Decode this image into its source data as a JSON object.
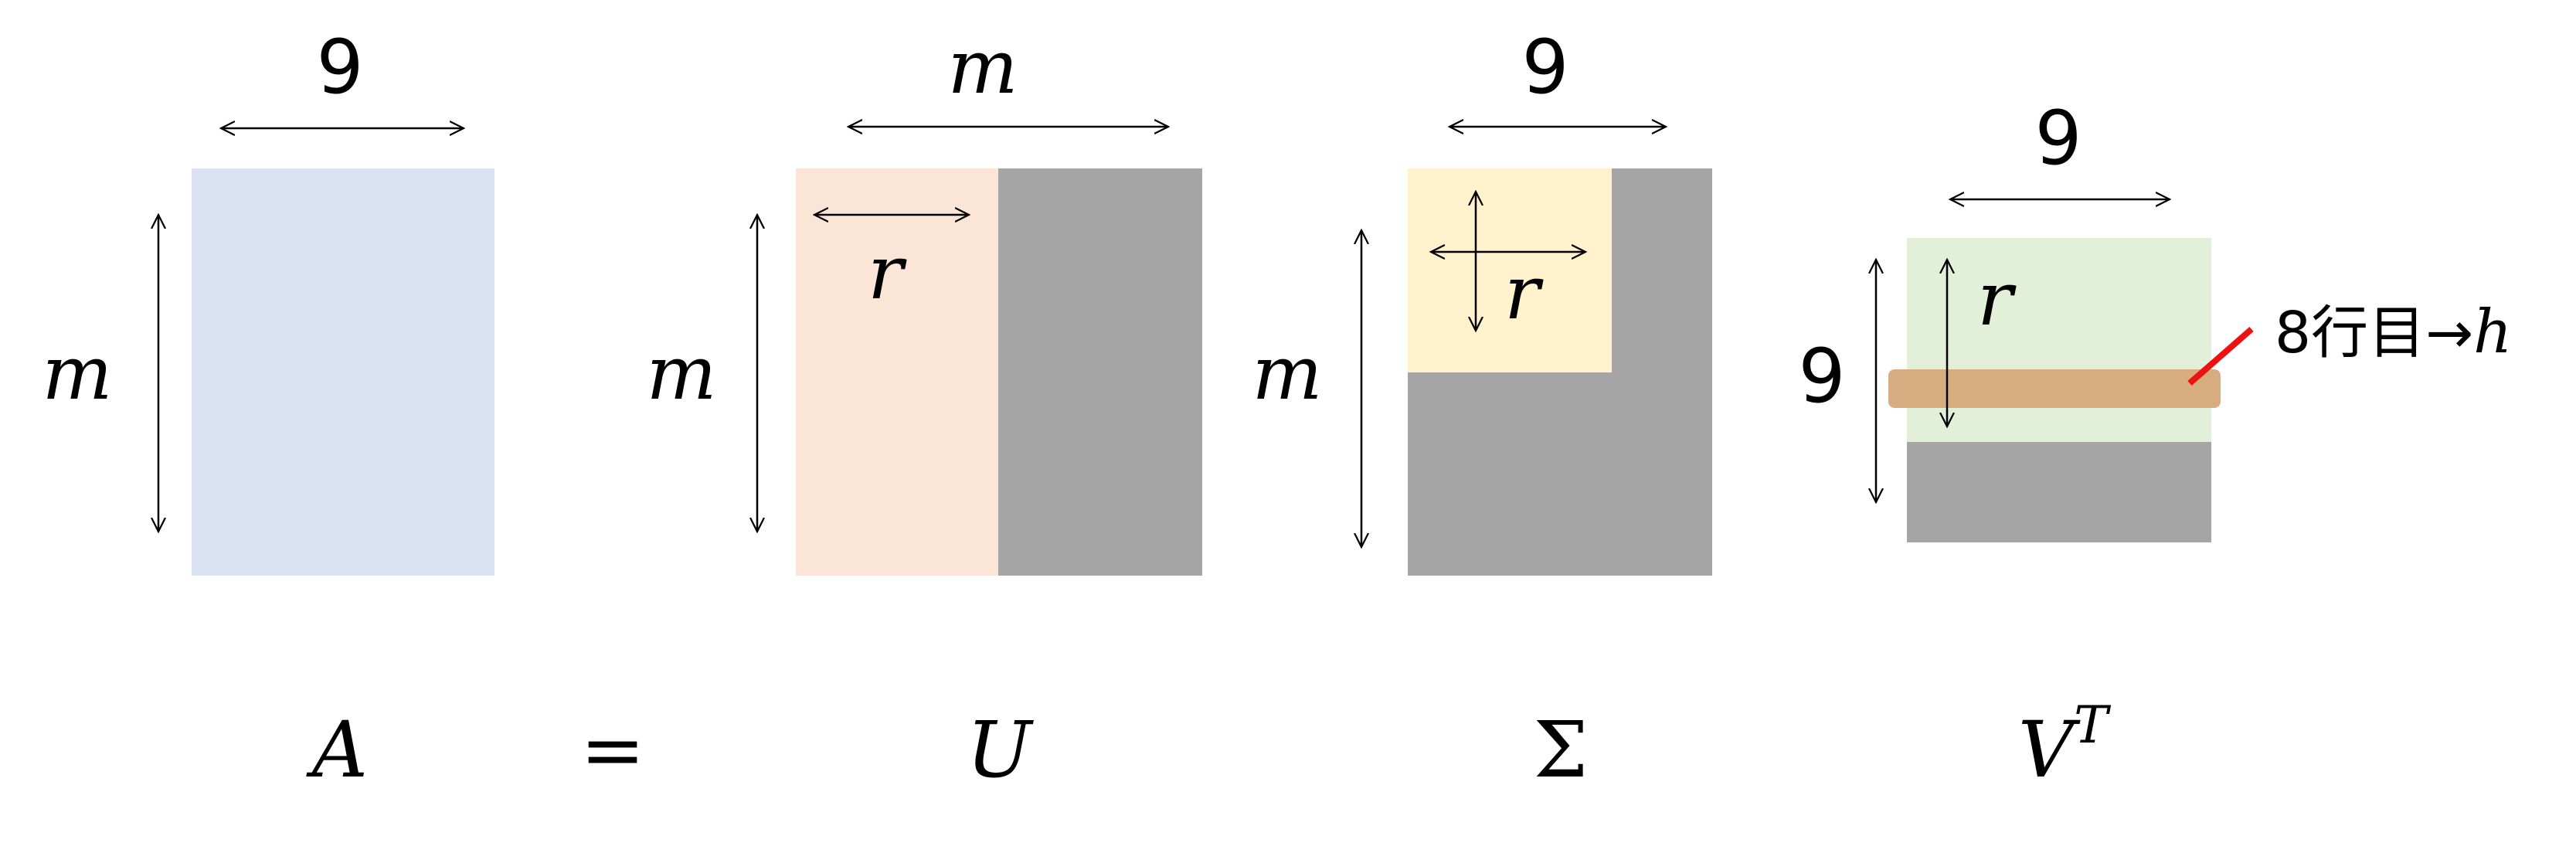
{
  "colors": {
    "a_fill": "#dae3f3",
    "u_fill": "#fbe5d6",
    "sigma_fill": "#fff2cc",
    "vt_fill": "#e2efd9",
    "zero_fill": "#a5a5a5",
    "row_highlight": "#d6a87a",
    "callout_line": "#ee1111",
    "arrow": "#000000"
  },
  "matrix_a": {
    "width_label": "9",
    "height_label": "m",
    "symbol": "A"
  },
  "equals": "=",
  "matrix_u": {
    "width_label": "m",
    "height_label": "m",
    "rank_label": "r",
    "symbol": "U"
  },
  "matrix_sigma": {
    "width_label": "9",
    "height_label": "m",
    "rank_label": "r",
    "symbol": "Σ"
  },
  "matrix_vt": {
    "width_label": "9",
    "height_label": "9",
    "rank_label": "r",
    "symbol": "V",
    "superscript": "T"
  },
  "callout": {
    "prefix": "8行目→",
    "variable": "h"
  }
}
